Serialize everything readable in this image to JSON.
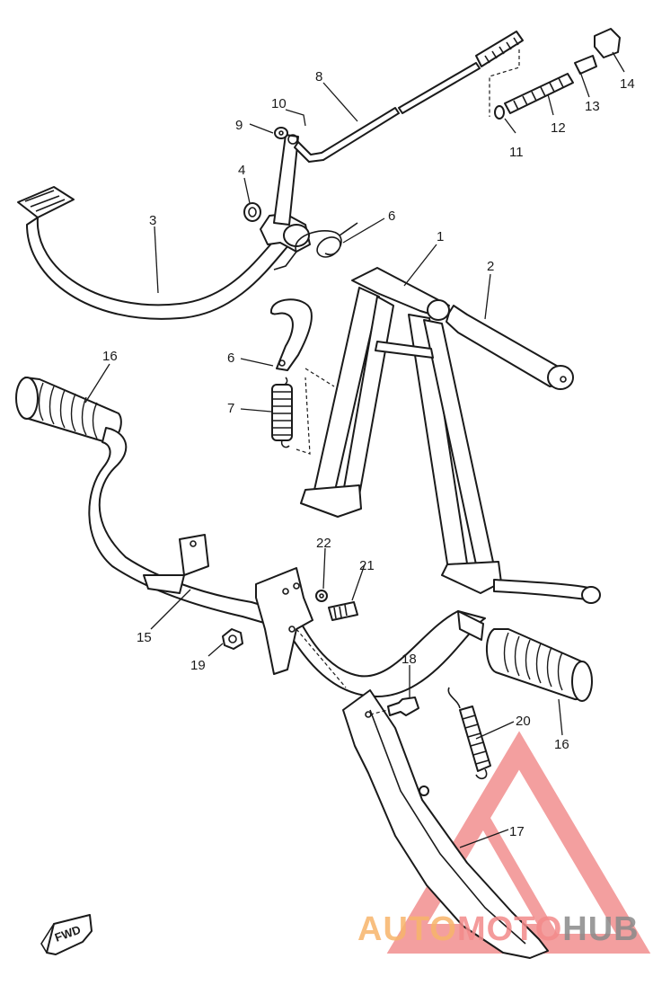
{
  "callouts": {
    "c1": "1",
    "c2": "2",
    "c3": "3",
    "c4": "4",
    "c6a": "6",
    "c6b": "6",
    "c7": "7",
    "c8": "8",
    "c9": "9",
    "c10": "10",
    "c11": "11",
    "c12": "12",
    "c13": "13",
    "c14": "14",
    "c15": "15",
    "c16a": "16",
    "c16b": "16",
    "c17": "17",
    "c18": "18",
    "c19": "19",
    "c20": "20",
    "c21": "21",
    "c22": "22"
  },
  "forward_marker": "FWD",
  "watermark": {
    "part1": "AUTO",
    "part2": "MOTO",
    "part3": "HUB",
    "color_part1": "#f7b56b",
    "color_part2": "#f38a8a",
    "color_part3": "#8a8a8a",
    "logo_color": "#f08080"
  }
}
